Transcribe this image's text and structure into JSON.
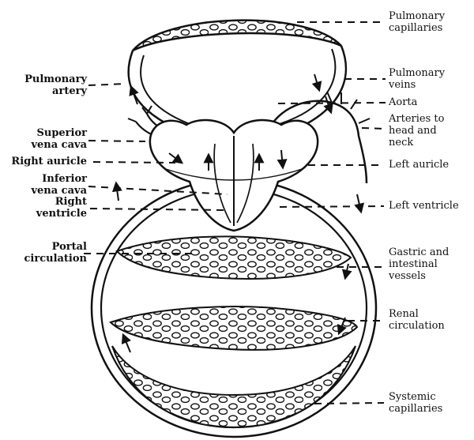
{
  "figure": {
    "description": "Schematic diagram of the human circulatory system showing heart, pulmonary and systemic circuits"
  },
  "colors": {
    "ink": "#111111",
    "background": "#ffffff"
  },
  "labels": {
    "left": [
      {
        "id": "pulmonary-artery",
        "text": "Pulmonary\nartery"
      },
      {
        "id": "superior-vena-cava",
        "text": "Superior\nvena cava"
      },
      {
        "id": "right-auricle",
        "text": "Right auricle"
      },
      {
        "id": "inferior-vena-cava",
        "text": "Inferior\nvena cava"
      },
      {
        "id": "right-ventricle",
        "text": "Right\nventricle"
      },
      {
        "id": "portal-circulation",
        "text": "Portal\ncirculation"
      }
    ],
    "right": [
      {
        "id": "pulmonary-capillaries",
        "text": "Pulmonary\ncapillaries"
      },
      {
        "id": "pulmonary-veins",
        "text": "Pulmonary\nveins"
      },
      {
        "id": "aorta",
        "text": "Aorta"
      },
      {
        "id": "arteries-to-head-and-neck",
        "text": "Arteries to\nhead and\nneck"
      },
      {
        "id": "left-auricle",
        "text": "Left auricle"
      },
      {
        "id": "left-ventricle",
        "text": "Left ventricle"
      },
      {
        "id": "gastric-intestinal-vessels",
        "text": "Gastric and\nintestinal\nvessels"
      },
      {
        "id": "renal-circulation",
        "text": "Renal\ncirculation"
      },
      {
        "id": "systemic-capillaries",
        "text": "Systemic\ncapillaries"
      }
    ]
  }
}
